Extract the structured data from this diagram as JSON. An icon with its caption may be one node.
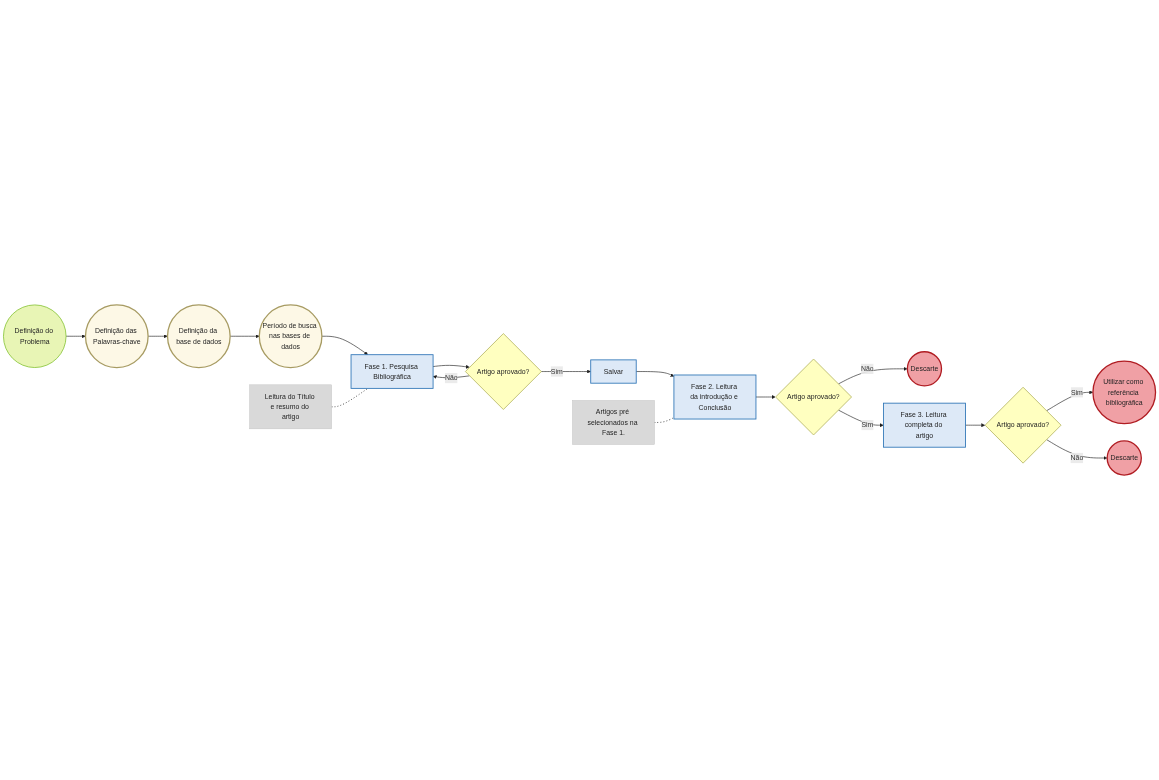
{
  "diagram": {
    "nodes": [
      {
        "text": [
          "Definição do Problema"
        ]
      },
      {
        "text": [
          "Definição das Palavras-chave"
        ]
      },
      {
        "text": [
          "Definição da base de dados"
        ]
      },
      {
        "text": [
          "Período de busca nas bases de dados"
        ]
      },
      {
        "text": [
          "Fase 1. Pesquisa Bibliográfica"
        ]
      },
      {
        "text": [
          "Leitura do Título e resumo do artigo"
        ]
      },
      {
        "text": [
          "Artigo aprovado?"
        ]
      },
      {
        "text": [
          "Salvar"
        ]
      },
      {
        "text": [
          "Fase 2. Leitura da introdução e Conclusão"
        ]
      },
      {
        "text": [
          "Artigos pré selecionados na Fase 1."
        ]
      },
      {
        "text": [
          "Artigo aprovado?"
        ]
      },
      {
        "text": [
          "Descarte"
        ]
      },
      {
        "text": [
          "Fase 3. Leitura completa do artigo"
        ]
      },
      {
        "text": [
          "Artigo aprovado?"
        ]
      },
      {
        "text": [
          "Descarte"
        ]
      },
      {
        "text": [
          "Utilizar como referência bibliográfica"
        ]
      }
    ],
    "edges": [
      {
        "from": 0,
        "to": 1,
        "arrow": "to"
      },
      {
        "from": 1,
        "to": 2,
        "arrow": "to"
      },
      {
        "from": 2,
        "to": 3,
        "arrow": "to"
      },
      {
        "from": 3,
        "to": 4,
        "arrow": "to"
      },
      {
        "from": 5,
        "to": 4,
        "arrow": "none",
        "style": "dashed"
      },
      {
        "from": 4,
        "to": 6,
        "arrow": "to"
      },
      {
        "from": 6,
        "to": 7,
        "arrow": "to",
        "label": "Sim"
      },
      {
        "from": 6,
        "to": 4,
        "arrow": "to",
        "label": "Não"
      },
      {
        "from": 7,
        "to": 8,
        "arrow": "to"
      },
      {
        "from": 9,
        "to": 8,
        "arrow": "none",
        "style": "dashed"
      },
      {
        "from": 8,
        "to": 10,
        "arrow": "to"
      },
      {
        "from": 10,
        "to": 12,
        "arrow": "to",
        "label": "Sim"
      },
      {
        "from": 10,
        "to": 11,
        "arrow": "to",
        "label": "Não"
      },
      {
        "from": 12,
        "to": 13,
        "arrow": "to"
      },
      {
        "from": 13,
        "to": 15,
        "arrow": "to",
        "label": "Sim"
      },
      {
        "from": 13,
        "to": 14,
        "arrow": "to",
        "label": "Não"
      }
    ]
  }
}
